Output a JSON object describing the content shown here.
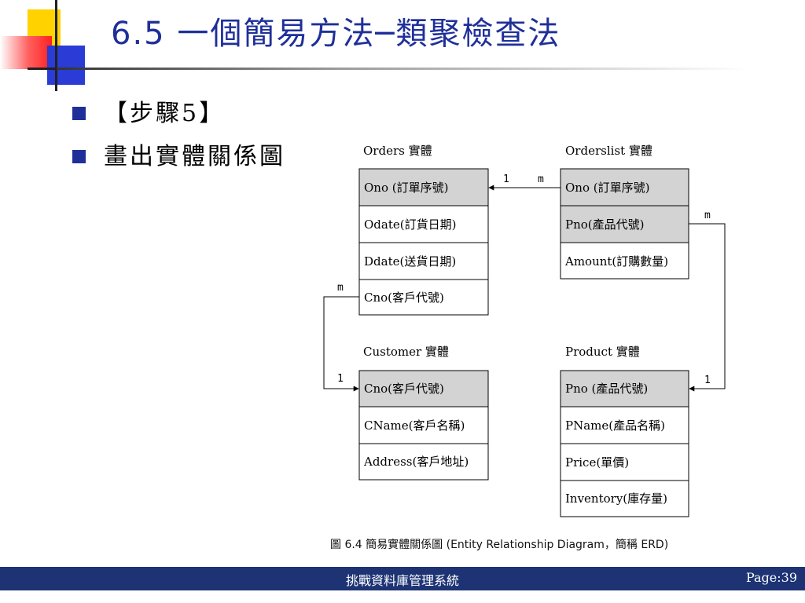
{
  "slide": {
    "title": "6.5 一個簡易方法─類聚檢查法",
    "bullets": [
      "【步驟5】",
      "畫出實體關係圖"
    ]
  },
  "erd": {
    "entities": [
      {
        "id": "orders",
        "title": "Orders 實體",
        "attrs": [
          "Ono (訂單序號)",
          "Odate(訂貨日期)",
          "Ddate(送貨日期)",
          "Cno(客戶代號)"
        ]
      },
      {
        "id": "orderslist",
        "title": "Orderslist 實體",
        "attrs": [
          "Ono (訂單序號)",
          "Pno(產品代號)",
          "Amount(訂購數量)"
        ]
      },
      {
        "id": "customer",
        "title": "Customer 實體",
        "attrs": [
          "Cno(客戶代號)",
          "CName(客戶名稱)",
          "Address(客戶地址)"
        ]
      },
      {
        "id": "product",
        "title": "Product 實體",
        "attrs": [
          "Pno (產品代號)",
          "PName(產品名稱)",
          "Price(單價)",
          "Inventory(庫存量)"
        ]
      }
    ],
    "relations": {
      "orders_orderslist": {
        "one": "1",
        "many": "m"
      },
      "customer_orders": {
        "one": "1",
        "many": "m"
      },
      "product_orderslist": {
        "one": "1",
        "many": "m"
      }
    },
    "key_fill": "#d3d3d3"
  },
  "caption": "圖 6.4 簡易實體關係圖 (Entity Relationship Diagram，簡稱 ERD)",
  "footer": {
    "center": "挑戰資料庫管理系統",
    "page": "Page:39"
  },
  "colors": {
    "title": "#1f2f9a",
    "footer_bg": "#1d3374",
    "bullet": "#1f2f9a"
  }
}
